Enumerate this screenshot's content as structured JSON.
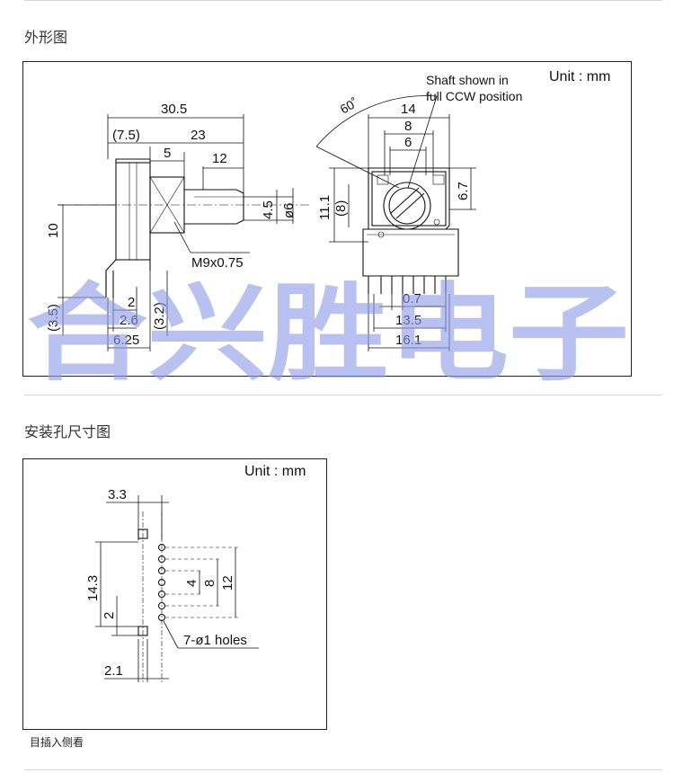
{
  "sections": {
    "outline_title": "外形图",
    "mounting_title": "安装孔尺寸图",
    "mounting_caption": "目插入侧看"
  },
  "outline": {
    "unit": "Unit : mm",
    "shaft_note_line1": "Shaft shown in",
    "shaft_note_line2": "full CCW position",
    "angle": "60˚",
    "dims": {
      "total_length": "30.5",
      "bushing_ref": "(7.5)",
      "shaft_length": "23",
      "shaft_flat": "12",
      "thread_len": "5",
      "height_10": "10",
      "flat_dia": "4.5",
      "shaft_dia": "ø6",
      "thread": "M9x0.75",
      "ref_3_5": "(3.5)",
      "ref_3_2": "(3.2)",
      "d2": "2",
      "d2_6": "2.6",
      "d6_25": "6.25",
      "w14": "14",
      "w8": "8",
      "w6": "6",
      "h11_1": "11.1",
      "ref8": "(8)",
      "h6_7": "6.7",
      "pitch0_7": "0.7",
      "w13_5": "13.5",
      "w16_1": "16.1"
    }
  },
  "mounting": {
    "unit": "Unit : mm",
    "dims": {
      "d3_3": "3.3",
      "d14_3": "14.3",
      "d2": "2",
      "d2_1": "2.1",
      "d4": "4",
      "d8": "8",
      "d12": "12",
      "holes": "7-ø1 holes"
    }
  },
  "watermark": "合兴胜电子"
}
